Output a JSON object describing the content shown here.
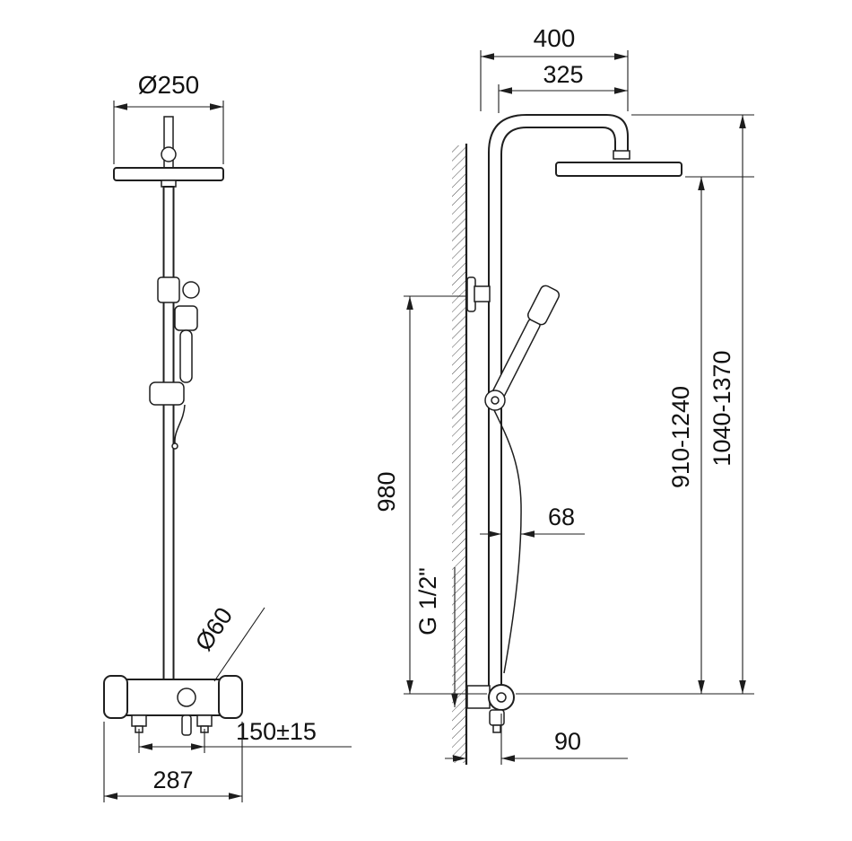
{
  "drawing": {
    "type": "technical-dimension-drawing",
    "subject": "thermostatic shower column, front and side views",
    "front_view": {
      "head_diameter_label": "Ø250",
      "body_diameter_label": "Ø60",
      "inlet_spacing_label": "150±15",
      "overall_width_label": "287"
    },
    "side_view": {
      "wall_to_head_label": "400",
      "arm_projection_label": "325",
      "riser_length_label": "980",
      "holder_offset_label": "68",
      "connection_thread_label": "G 1/2\"",
      "head_height_range_label": "910-1240",
      "overall_height_range_label": "1040-1370",
      "outlet_offset_label": "90"
    },
    "colors": {
      "line": "#1d1d1d",
      "background": "#ffffff"
    }
  }
}
